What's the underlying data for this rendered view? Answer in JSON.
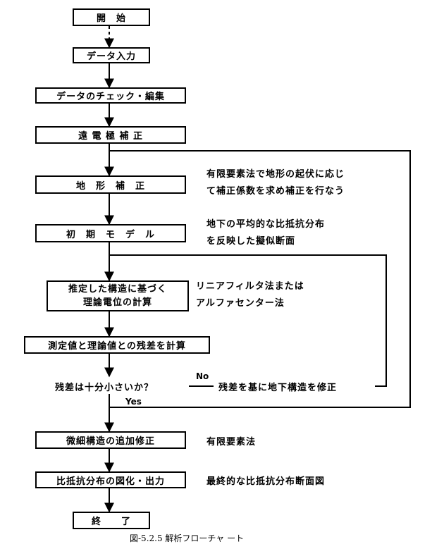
{
  "flowchart": {
    "steps": {
      "start": "開　始",
      "data_input": "データ入力",
      "data_check": "データのチェック・編集",
      "electrode_correction": "遠 電 極 補 正",
      "terrain_correction": "地　形　補　正",
      "initial_model": "初　期　モ　デ　ル",
      "compute_line1": "推定した構造に基づく",
      "compute_line2": "理論電位の計算",
      "residual": "測定値と理論値との残差を計算",
      "decision": "残差は十分小さいか？",
      "modify": "残差を基に地下構造を修正",
      "fine_correction": "微細構造の追加修正",
      "output": "比抵抗分布の図化・出力",
      "end": "終　　了"
    },
    "notes": {
      "terrain_line1": "有限要素法で地形の起伏に応じ",
      "terrain_line2": "て補正係数を求め補正を行なう",
      "model_line1": "地下の平均的な比抵抗分布",
      "model_line2": "を反映した擬似断面",
      "compute_line1": "リニアフィルタ法または",
      "compute_line2": "アルファセンター法",
      "fine": "有限要素法",
      "output": "最終的な比抵抗分布断面図"
    },
    "labels": {
      "no": "No",
      "yes": "Yes"
    },
    "caption": "図-5.2.5 解析フローチャ ート"
  }
}
